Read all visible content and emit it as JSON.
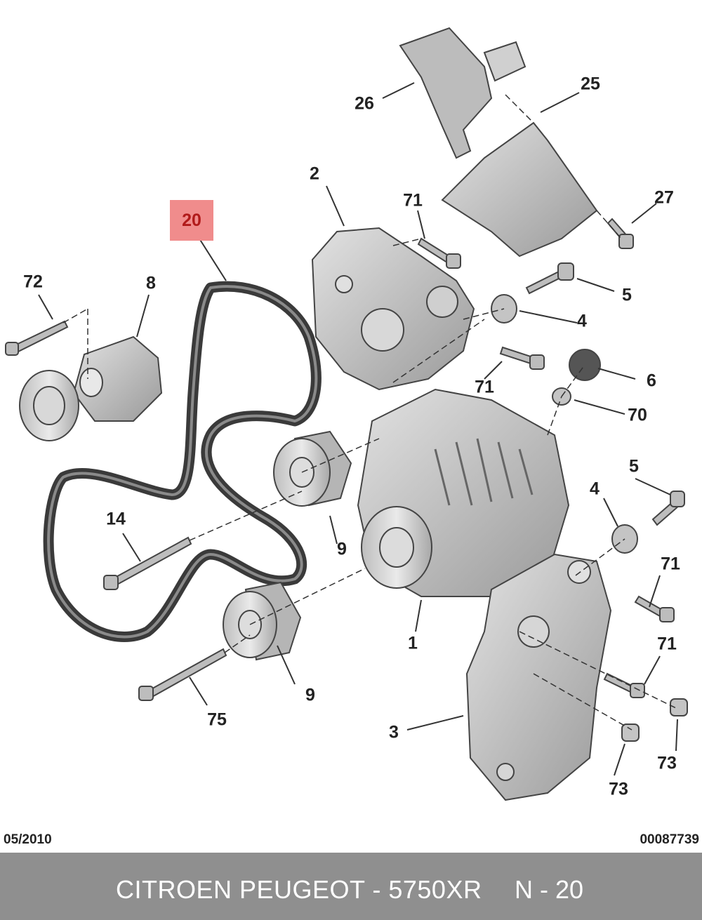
{
  "callouts": {
    "c20": "20",
    "c72": "72",
    "c8": "8",
    "c14": "14",
    "c75": "75",
    "c9a": "9",
    "c9b": "9",
    "c2": "2",
    "c71a": "71",
    "c71b": "71",
    "c71c": "71",
    "c71d": "71",
    "c26": "26",
    "c25": "25",
    "c27": "27",
    "c5a": "5",
    "c5b": "5",
    "c4a": "4",
    "c4b": "4",
    "c6": "6",
    "c70": "70",
    "c1": "1",
    "c3": "3",
    "c73a": "73",
    "c73b": "73"
  },
  "footer": {
    "date": "05/2010",
    "code": "00087739",
    "brand": "CITROEN PEUGEOT - 5750XR",
    "ref": "N - 20"
  },
  "colors": {
    "highlight_bg": "#f08c8c",
    "highlight_text": "#b11a1a",
    "part_fill": "#c8c8c8",
    "part_stroke": "#444444",
    "belt": "#3a3a3a",
    "footer_bg": "#8f8f8f"
  }
}
